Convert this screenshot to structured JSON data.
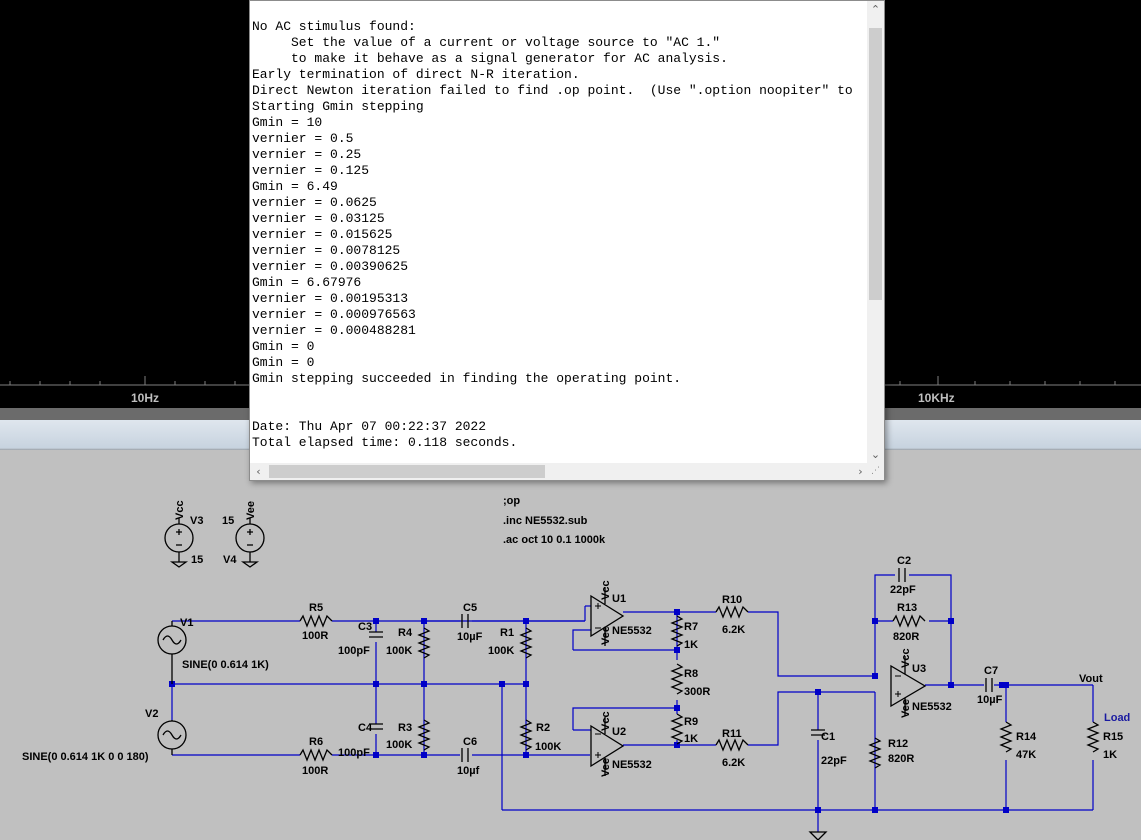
{
  "plot": {
    "tick_left": "10Hz",
    "tick_right": "10KHz"
  },
  "log": {
    "lines": [
      "No AC stimulus found:",
      "     Set the value of a current or voltage source to \"AC 1.\"",
      "     to make it behave as a signal generator for AC analysis.",
      "Early termination of direct N-R iteration.",
      "Direct Newton iteration failed to find .op point.  (Use \".option noopiter\" to",
      "Starting Gmin stepping",
      "Gmin = 10",
      "vernier = 0.5",
      "vernier = 0.25",
      "vernier = 0.125",
      "Gmin = 6.49",
      "vernier = 0.0625",
      "vernier = 0.03125",
      "vernier = 0.015625",
      "vernier = 0.0078125",
      "vernier = 0.00390625",
      "Gmin = 6.67976",
      "vernier = 0.00195313",
      "vernier = 0.000976563",
      "vernier = 0.000488281",
      "Gmin = 0",
      "Gmin = 0",
      "Gmin stepping succeeded in finding the operating point.",
      "",
      "",
      "Date: Thu Apr 07 00:22:37 2022",
      "Total elapsed time: 0.118 seconds."
    ]
  },
  "schematic": {
    "directives": {
      "op": ";op",
      "inc": ".inc NE5532.sub",
      "ac": ".ac oct 10 0.1 1000k"
    },
    "supplies": {
      "v3_name": "V3",
      "v3_value": "15",
      "v3_net": "Vcc",
      "v4_name": "V4",
      "v4_value": "15",
      "v4_net": "Vee"
    },
    "sources": {
      "v1_name": "V1",
      "v1_value": "SINE(0 0.614 1K)",
      "v2_name": "V2",
      "v2_value": "SINE(0 0.614 1K 0 0 180)"
    },
    "parts": {
      "r5": "R5",
      "r5v": "100R",
      "r6": "R6",
      "r6v": "100R",
      "c3": "C3",
      "c3v": "100pF",
      "c4": "C4",
      "c4v": "100pF",
      "r4": "R4",
      "r4v": "100K",
      "r3": "R3",
      "r3v": "100K",
      "c5": "C5",
      "c5v": "10µF",
      "c6": "C6",
      "c6v": "10µf",
      "r1": "R1",
      "r1v": "100K",
      "r2": "R2",
      "r2v": "100K",
      "u1": "U1",
      "u1v": "NE5532",
      "u2": "U2",
      "u2v": "NE5532",
      "u3": "U3",
      "u3v": "NE5532",
      "r7": "R7",
      "r7v": "1K",
      "r8": "R8",
      "r8v": "300R",
      "r9": "R9",
      "r9v": "1K",
      "r10": "R10",
      "r10v": "6.2K",
      "r11": "R11",
      "r11v": "6.2K",
      "c1": "C1",
      "c1v": "22pF",
      "c2": "C2",
      "c2v": "22pF",
      "r13": "R13",
      "r13v": "820R",
      "r12": "R12",
      "r12v": "820R",
      "c7": "C7",
      "c7v": "10µF",
      "r14": "R14",
      "r14v": "47K",
      "r15": "R15",
      "r15v": "1K",
      "vcc": "Vcc",
      "vee": "Vee"
    },
    "nets": {
      "vout": "Vout",
      "load": "Load"
    },
    "colors": {
      "wire": "#0000c8",
      "component": "#000000",
      "background": "#c0c0c0"
    }
  }
}
